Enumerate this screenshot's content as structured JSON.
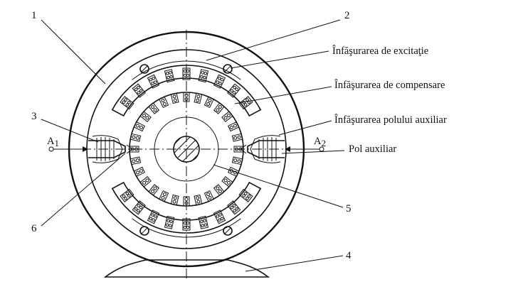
{
  "colors": {
    "ink": "#111111",
    "background": "#ffffff"
  },
  "labels": {
    "part_1": "1",
    "part_2": "2",
    "part_3": "3",
    "part_4": "4",
    "part_5": "5",
    "part_6": "6",
    "excitation_winding": "Înfăşurarea de excitaţie",
    "compensation_winding": "Înfăşurarea de compensare",
    "auxiliary_pole_winding": "Înfăşurarea polului auxiliar",
    "auxiliary_pole": "Pol auxiliar",
    "terminal_a1_letter": "A",
    "terminal_a1_index": "1",
    "terminal_a2_letter": "A",
    "terminal_a2_index": "2"
  }
}
